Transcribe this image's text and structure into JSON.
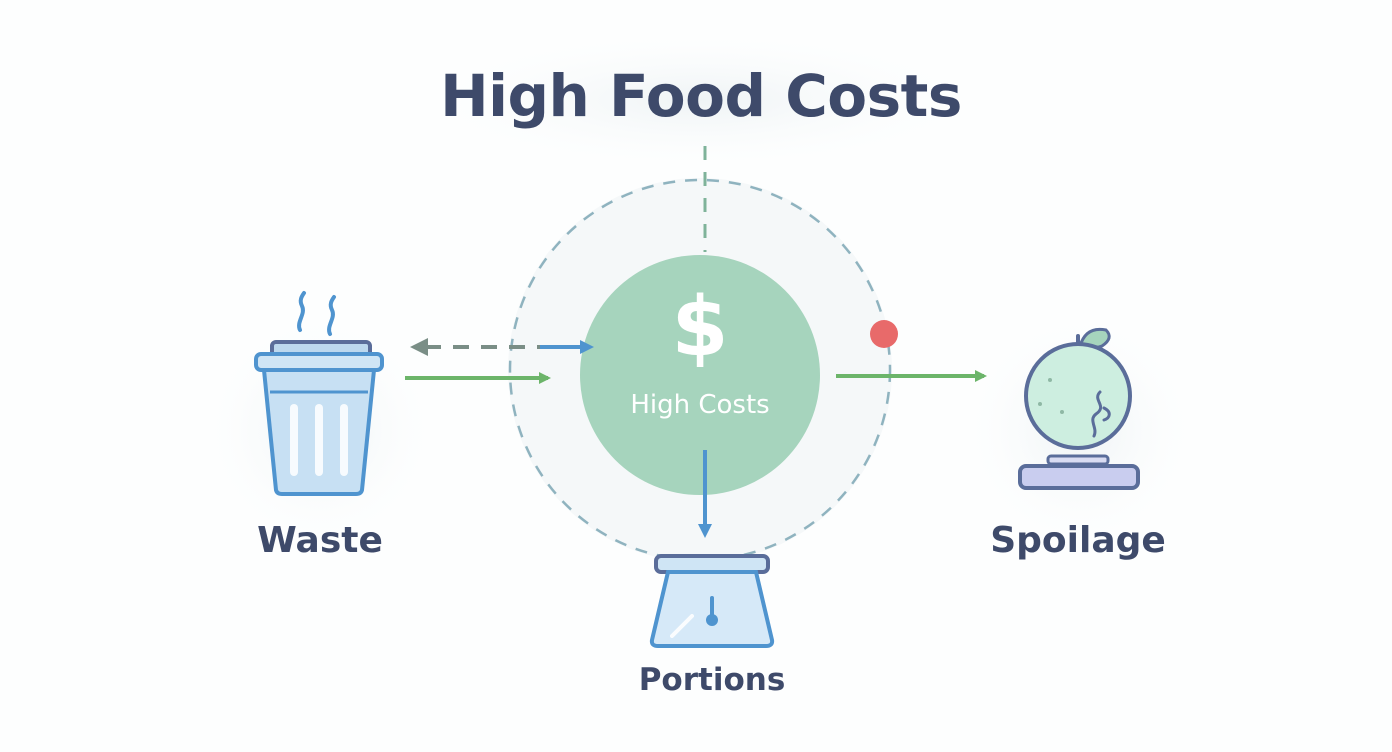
{
  "title": "High Food Costs",
  "center": {
    "symbol": "$",
    "label": "High Costs"
  },
  "nodes": {
    "waste": {
      "label": "Waste",
      "icon": "trash-can-icon"
    },
    "spoilage": {
      "label": "Spoilage",
      "icon": "rotten-fruit-icon"
    },
    "portions": {
      "label": "Portions",
      "icon": "kitchen-scale-icon"
    }
  },
  "colors": {
    "text": "#3e4a6a",
    "center_fill": "#a6d4bd",
    "green_arrow": "#6cb56a",
    "blue_arrow": "#4f94cf",
    "gray_arrow": "#7a8e86",
    "dashed_ring": "#8fb3bf",
    "alert_dot": "#e86a6a"
  }
}
